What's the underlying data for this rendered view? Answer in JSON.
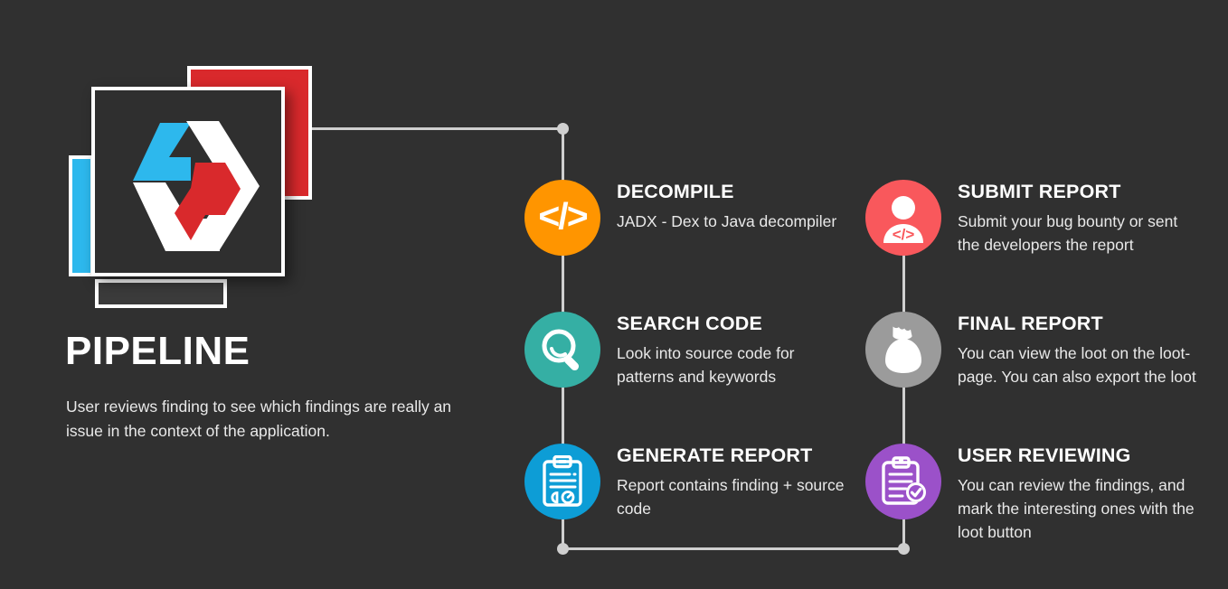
{
  "page": {
    "background_color": "#303030",
    "title": "PIPELINE",
    "subtitle": "User reviews finding to see which findings are really an issue in the context of the application."
  },
  "brand": {
    "logo_name": "hexagon-chevron-logo",
    "cards": [
      {
        "name": "red-card",
        "color": "#D9292C"
      },
      {
        "name": "blue-card",
        "color": "#2DB8ED"
      },
      {
        "name": "back-card",
        "color": "#3B3B3B"
      },
      {
        "name": "main-card",
        "color": "#2F2F2F"
      }
    ],
    "logo_colors": {
      "blue": "#2DB8ED",
      "white": "#FFFFFF",
      "red": "#D9292C"
    }
  },
  "connector": {
    "color": "#CFCFCF"
  },
  "steps": {
    "left": [
      {
        "id": "decompile",
        "title": "DECOMPILE",
        "desc": "JADX - Dex to Java decompiler",
        "color": "#FF9500",
        "icon": "code-brackets-icon"
      },
      {
        "id": "search-code",
        "title": "SEARCH CODE",
        "desc": "Look into source code for patterns and keywords",
        "color": "#35AFA4",
        "icon": "magnifier-icon"
      },
      {
        "id": "generate-report",
        "title": "GENERATE REPORT",
        "desc": "Report contains finding + source code",
        "color": "#0D9DD6",
        "icon": "clipboard-chart-icon"
      }
    ],
    "right": [
      {
        "id": "submit-report",
        "title": "SUBMIT REPORT",
        "desc": "Submit your bug bounty or sent the developers the report",
        "color": "#F9585C",
        "icon": "user-code-icon"
      },
      {
        "id": "final-report",
        "title": "FINAL REPORT",
        "desc": "You can view the loot on the loot-page. You can also export the loot",
        "color": "#9B9B9B",
        "icon": "loot-bag-icon"
      },
      {
        "id": "user-reviewing",
        "title": "USER REVIEWING",
        "desc": "You can review the findings, and mark the interesting ones with the loot button",
        "color": "#9B51C9",
        "icon": "clipboard-check-icon"
      }
    ]
  }
}
